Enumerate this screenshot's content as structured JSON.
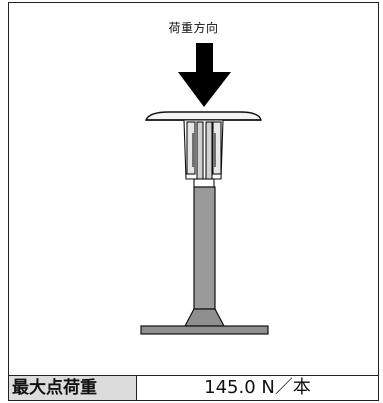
{
  "diagram": {
    "load_direction_label": "荷重方向"
  },
  "spec": {
    "max_point_load_label": "最大点荷重",
    "max_point_load_value": "145.0 N／本"
  },
  "colors": {
    "arrow": "#000000",
    "post_fill": "#9a9a9a",
    "base_fill": "#8f8f8f",
    "head_fill": "#f4f4f4",
    "label_bg": "#dcdcdc"
  },
  "icons": {
    "load_arrow": "down-arrow-icon"
  }
}
